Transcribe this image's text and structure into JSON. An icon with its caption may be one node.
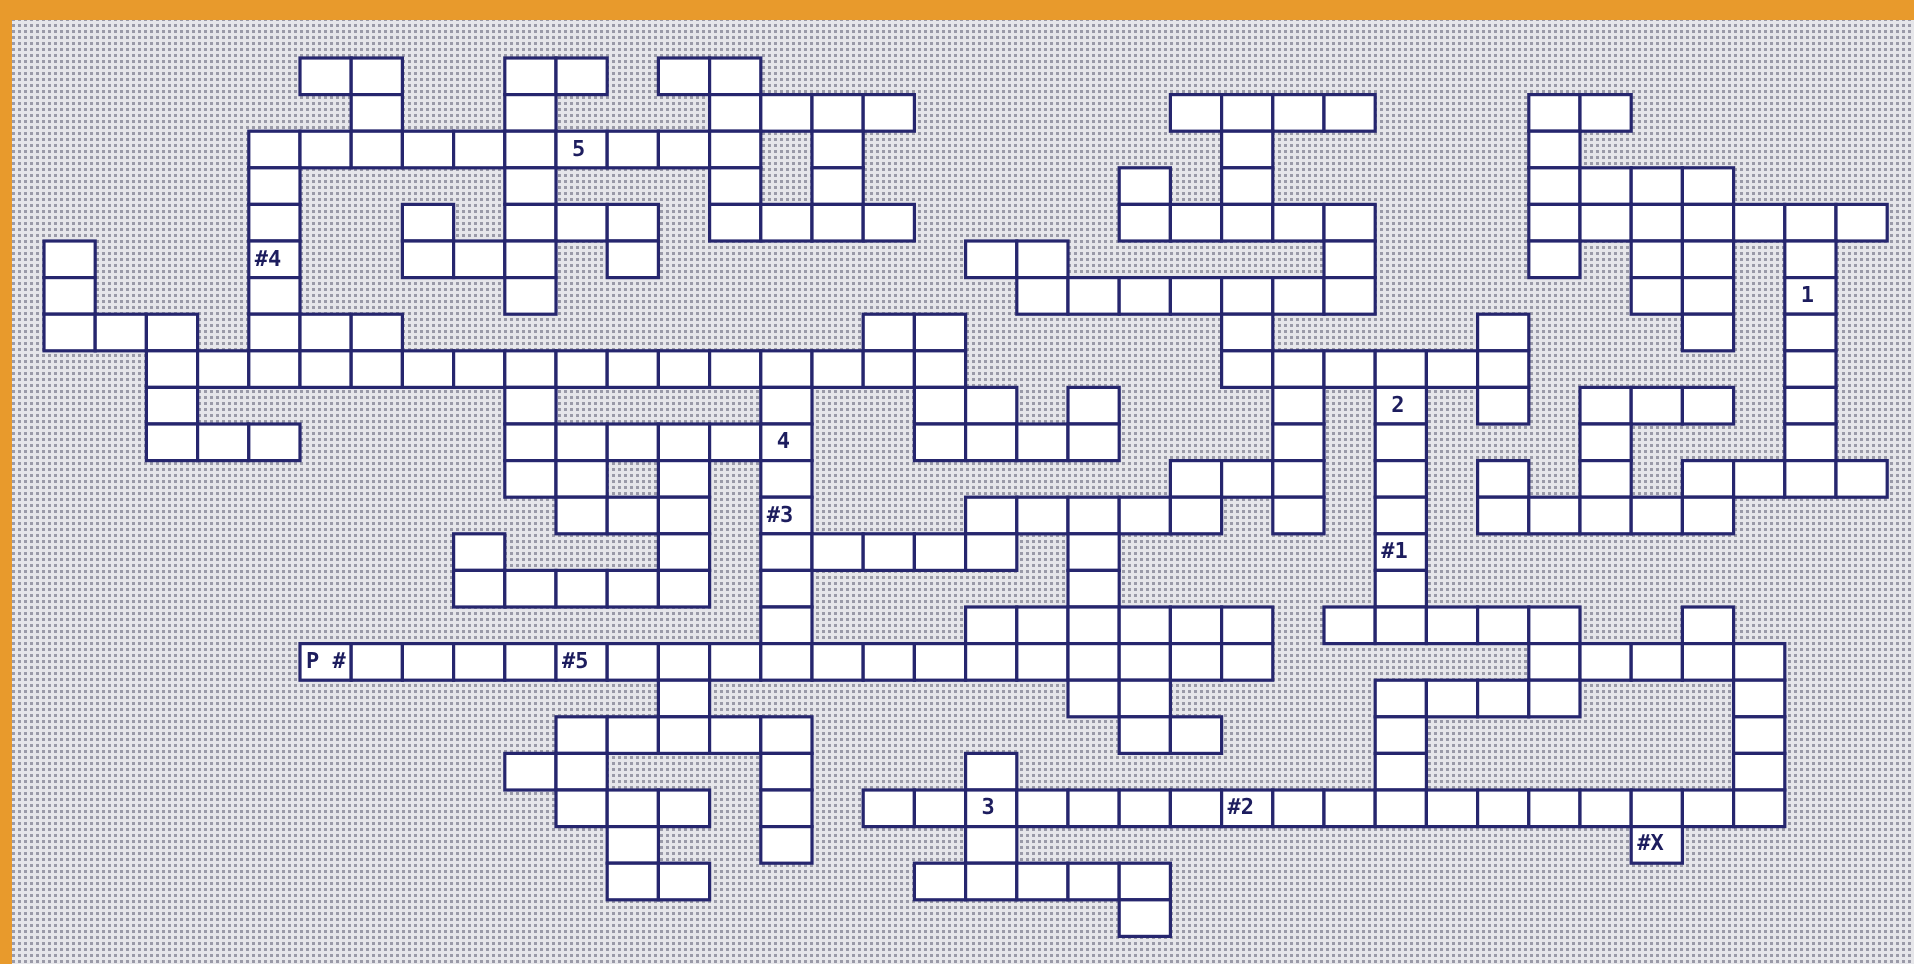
{
  "diagram": {
    "labels": [
      "5",
      "#4",
      "1",
      "2",
      "4",
      "#3",
      "#1",
      "P #",
      "#5",
      "3",
      "#2",
      "#X"
    ]
  }
}
